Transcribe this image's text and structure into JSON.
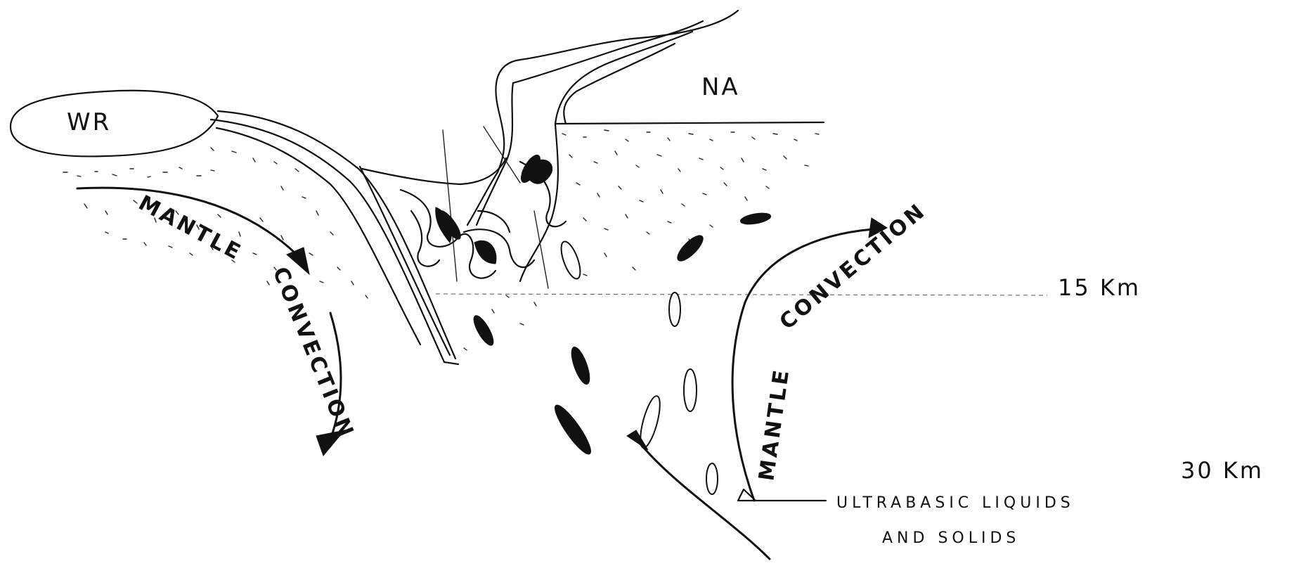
{
  "labels": {
    "wr": "WR",
    "na": "NA",
    "mantle_left": "MANTLE",
    "convection_left": "CONVECTION",
    "mantle_right": "MANTLE",
    "convection_right": "CONVECTION",
    "depth_15": "15 Km",
    "depth_30": "30 Km",
    "ultrabasic_line1": "ULTRABASIC LIQUIDS",
    "ultrabasic_line2": "AND SOLIDS"
  },
  "style": {
    "ink_color": "#111111",
    "paper_color": "#ffffff"
  }
}
